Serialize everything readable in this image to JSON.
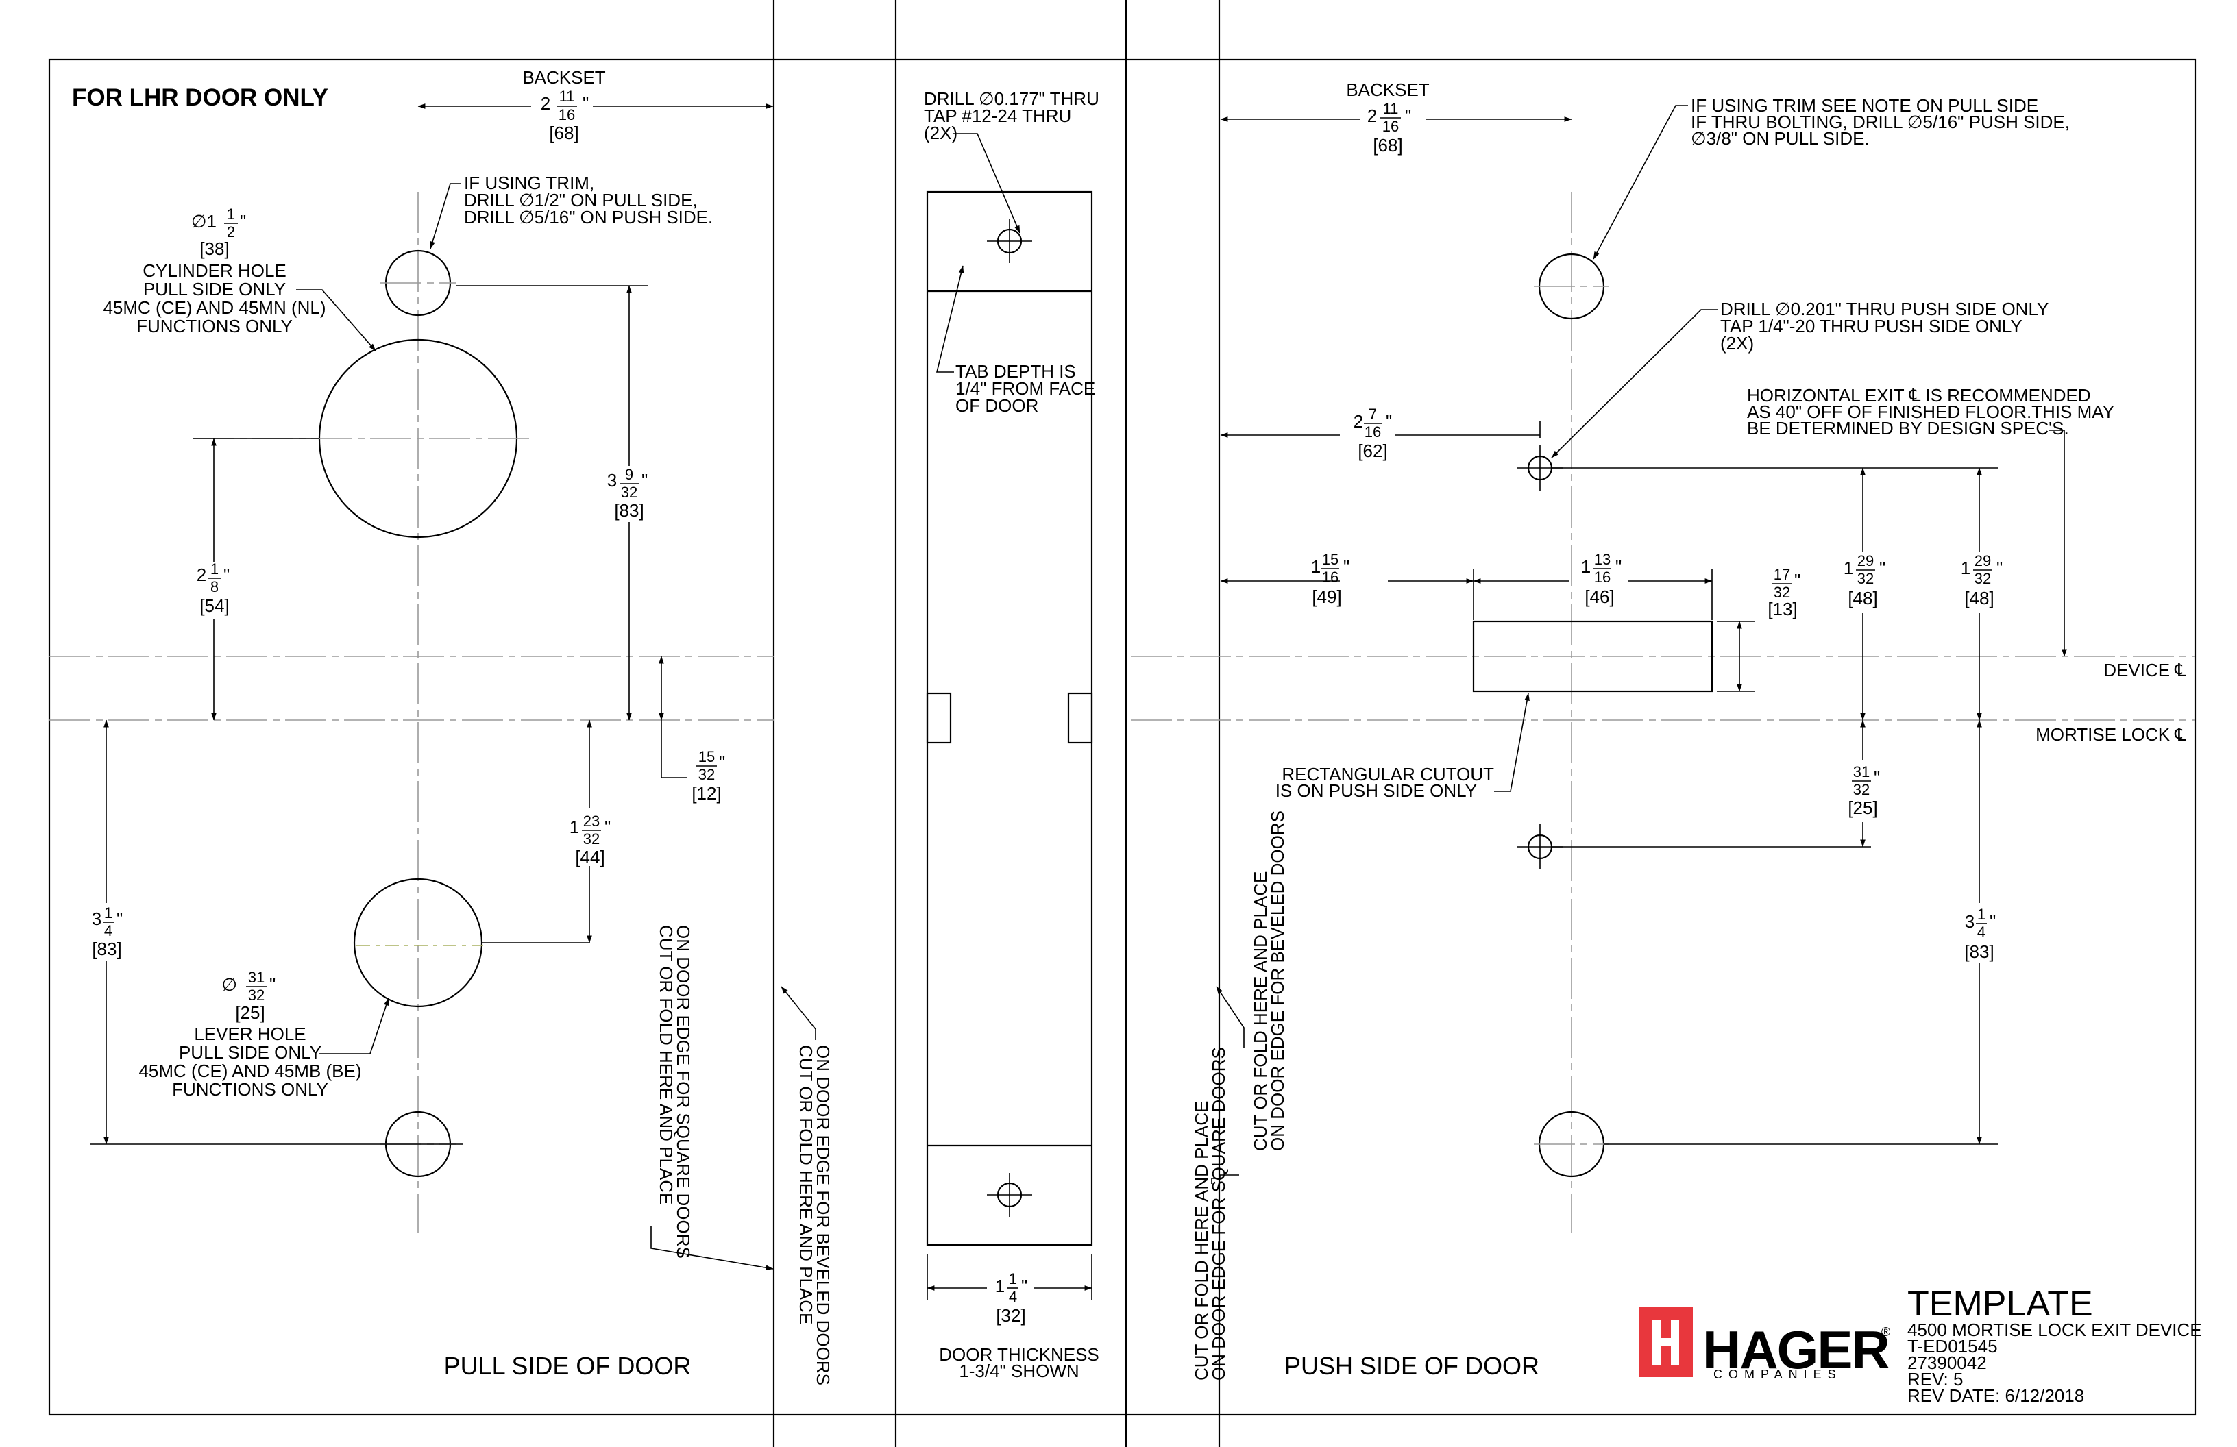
{
  "header": {
    "door_note": "FOR LHR DOOR ONLY"
  },
  "pull": {
    "backset_label": "BACKSET",
    "backset_whole": "2",
    "backset_num": "11",
    "backset_den": "16",
    "backset_mm": "[68]",
    "trim_note": [
      "IF USING TRIM,",
      "DRILL ∅1/2\" ON PULL SIDE,",
      "DRILL ∅5/16\" ON PUSH SIDE."
    ],
    "cyl_dia_sym": "∅1",
    "cyl_dia_num": "1",
    "cyl_dia_den": "2",
    "cyl_dia_mm": "[38]",
    "cyl_note": [
      "CYLINDER HOLE",
      "PULL SIDE ONLY",
      "45MC (CE) AND 45MN (NL)",
      "FUNCTIONS ONLY"
    ],
    "d1_whole": "3",
    "d1_num": "9",
    "d1_den": "32",
    "d1_mm": "[83]",
    "d2_whole": "2",
    "d2_num": "1",
    "d2_den": "8",
    "d2_mm": "[54]",
    "d3_num": "15",
    "d3_den": "32",
    "d3_mm": "[12]",
    "d4_whole": "1",
    "d4_num": "23",
    "d4_den": "32",
    "d4_mm": "[44]",
    "d5_whole": "3",
    "d5_num": "1",
    "d5_den": "4",
    "d5_mm": "[83]",
    "lever_dia_sym": "∅",
    "lever_dia_num": "31",
    "lever_dia_den": "32",
    "lever_dia_mm": "[25]",
    "lever_note": [
      "LEVER HOLE",
      "PULL SIDE ONLY",
      "45MC (CE) AND 45MB (BE)",
      "FUNCTIONS ONLY"
    ],
    "fold_square": [
      "CUT OR FOLD HERE AND PLACE",
      "ON DOOR EDGE FOR SQUARE DOORS"
    ],
    "side_label": "PULL SIDE OF DOOR"
  },
  "edge": {
    "drill_note": [
      "DRILL ∅0.177\" THRU",
      "TAP #12-24 THRU",
      "(2X)"
    ],
    "tab_note": [
      "TAB DEPTH IS",
      "1/4\" FROM FACE",
      "OF DOOR"
    ],
    "fold_beveled": [
      "CUT OR FOLD HERE AND PLACE",
      "ON DOOR EDGE FOR BEVELED DOORS"
    ],
    "w_whole": "1",
    "w_num": "1",
    "w_den": "4",
    "w_mm": "[32]",
    "thickness_note": [
      "DOOR THICKNESS",
      "1-3/4\" SHOWN"
    ]
  },
  "push": {
    "backset_label": "BACKSET",
    "backset_whole": "2",
    "backset_num": "11",
    "backset_den": "16",
    "backset_mm": "[68]",
    "trim_note": [
      "IF USING TRIM SEE NOTE ON PULL SIDE",
      "IF THRU BOLTING, DRILL ∅5/16\" PUSH SIDE,",
      "∅3/8\" ON PULL SIDE."
    ],
    "drill_note": [
      "DRILL ∅0.201\" THRU PUSH SIDE ONLY",
      "TAP 1/4\"-20 THRU PUSH SIDE ONLY",
      "(2X)"
    ],
    "exit_note": [
      "HORIZONTAL EXIT ℄ IS RECOMMENDED",
      "AS 40\" OFF OF FINISHED FLOOR.THIS MAY",
      "BE DETERMINED BY DESIGN SPEC'S."
    ],
    "p1_whole": "2",
    "p1_num": "7",
    "p1_den": "16",
    "p1_mm": "[62]",
    "p2_whole": "1",
    "p2_num": "15",
    "p2_den": "16",
    "p2_mm": "[49]",
    "p3_whole": "1",
    "p3_num": "13",
    "p3_den": "16",
    "p3_mm": "[46]",
    "p4_num": "17",
    "p4_den": "32",
    "p4_mm": "[13]",
    "p5_whole": "1",
    "p5_num": "29",
    "p5_den": "32",
    "p5_mm": "[48]",
    "p6_whole": "1",
    "p6_num": "29",
    "p6_den": "32",
    "p6_mm": "[48]",
    "p7_num": "31",
    "p7_den": "32",
    "p7_mm": "[25]",
    "p8_whole": "3",
    "p8_num": "1",
    "p8_den": "4",
    "p8_mm": "[83]",
    "device_cl": "DEVICE ℄",
    "mortise_cl": "MORTISE LOCK ℄",
    "cutout_note": [
      "RECTANGULAR CUTOUT",
      "IS ON PUSH SIDE ONLY"
    ],
    "fold_square": [
      "CUT OR FOLD HERE AND PLACE",
      "ON DOOR EDGE FOR SQUARE DOORS"
    ],
    "fold_beveled": [
      "CUT OR FOLD HERE AND PLACE",
      "ON DOOR EDGE FOR BEVELED DOORS"
    ],
    "side_label": "PUSH SIDE OF DOOR"
  },
  "title_block": {
    "brand": "HAGER",
    "brand_sub": "COMPANIES",
    "registered": "®",
    "title": "TEMPLATE",
    "lines": [
      "4500 MORTISE LOCK EXIT DEVICE",
      "T-ED01545",
      "27390042",
      "REV: 5",
      "REV DATE: 6/12/2018"
    ]
  },
  "colors": {
    "logo_red": "#e8373d",
    "centerline": "#9a9a9a",
    "line": "#000000"
  }
}
